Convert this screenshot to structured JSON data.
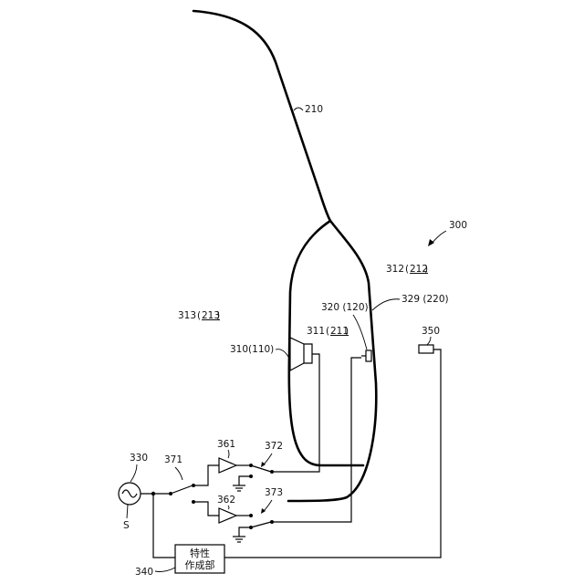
{
  "labels": {
    "hose": "210",
    "device": "300",
    "space_outer": "312",
    "space_outer_ref": "212",
    "mic_ref": "320 (120)",
    "wall_ref": "329 (220)",
    "space_left": "313",
    "space_left_ref": "213",
    "space_inner": "311",
    "space_inner_ref": "211",
    "speaker": "310(110)",
    "terminal": "350",
    "source": "330",
    "source_s": "S",
    "switch_371": "371",
    "amp_361": "361",
    "switch_372": "372",
    "amp_362": "362",
    "switch_373": "373",
    "creator": "340"
  },
  "creator_box": {
    "line1": "特性",
    "line2": "作成部"
  }
}
